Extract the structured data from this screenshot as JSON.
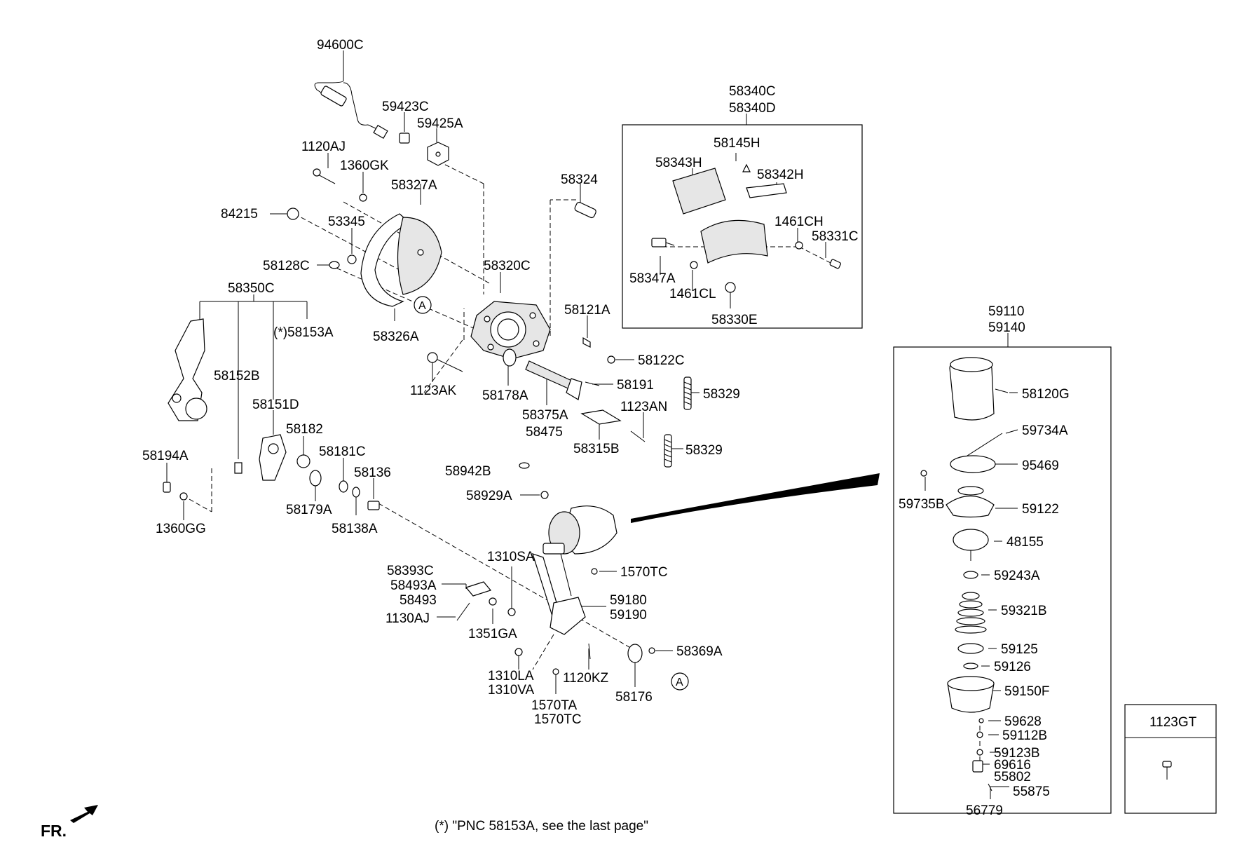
{
  "diagram": {
    "labels": {
      "p94600C": "94600C",
      "p59423C": "59423C",
      "p59425A": "59425A",
      "p1120AJ": "1120AJ",
      "p1360GK": "1360GK",
      "p58327A": "58327A",
      "p58324": "58324",
      "p84215": "84215",
      "p53345": "53345",
      "p58128C": "58128C",
      "p58320C": "58320C",
      "p58350C": "58350C",
      "p58153A": "(*)58153A",
      "p58326A": "58326A",
      "p58121A": "58121A",
      "p58122C": "58122C",
      "p1123AK": "1123AK",
      "p58178A": "58178A",
      "p58191": "58191",
      "p58329a": "58329",
      "p58152B": "58152B",
      "p58375A": "58375A",
      "p58475": "58475",
      "p1123AN": "1123AN",
      "p58151D": "58151D",
      "p58182": "58182",
      "p58315B": "58315B",
      "p58329b": "58329",
      "p58194A": "58194A",
      "p58181C": "58181C",
      "p58136": "58136",
      "p58942B": "58942B",
      "p58929A": "58929A",
      "p58179A": "58179A",
      "p1360GG": "1360GG",
      "p58138A": "58138A",
      "p1310SA": "1310SA",
      "p1570TCa": "1570TC",
      "p58393C": "58393C",
      "p58493A": "58493A",
      "p58493": "58493",
      "p1130AJ": "1130AJ",
      "p1351GA": "1351GA",
      "p59180": "59180",
      "p59190": "59190",
      "p58369A": "58369A",
      "p1310LA": "1310LA",
      "p1310VA": "1310VA",
      "p1120KZ": "1120KZ",
      "p58176": "58176",
      "p1570TA": "1570TA",
      "p1570TCb": "1570TC",
      "p58340C": "58340C",
      "p58340D": "58340D",
      "p58145H": "58145H",
      "p58343H": "58343H",
      "p58342H": "58342H",
      "p1461CH": "1461CH",
      "p58331C": "58331C",
      "p58347A": "58347A",
      "p1461CL": "1461CL",
      "p58330E": "58330E",
      "p59110": "59110",
      "p59140": "59140",
      "p58120G": "58120G",
      "p59734A": "59734A",
      "p95469": "95469",
      "p59735B": "59735B",
      "p59122": "59122",
      "p48155": "48155",
      "p59243A": "59243A",
      "p59321B": "59321B",
      "p59125": "59125",
      "p59126": "59126",
      "p59150F": "59150F",
      "p59628": "59628",
      "p59112B": "59112B",
      "p59123B": "59123B",
      "p69616": "69616",
      "p55802": "55802",
      "p55875": "55875",
      "p56779": "56779",
      "p1123GT": "1123GT"
    },
    "ref_marker": "A",
    "footnote": "(*) \"PNC 58153A, see the last page\"",
    "fr_label": "FR."
  }
}
